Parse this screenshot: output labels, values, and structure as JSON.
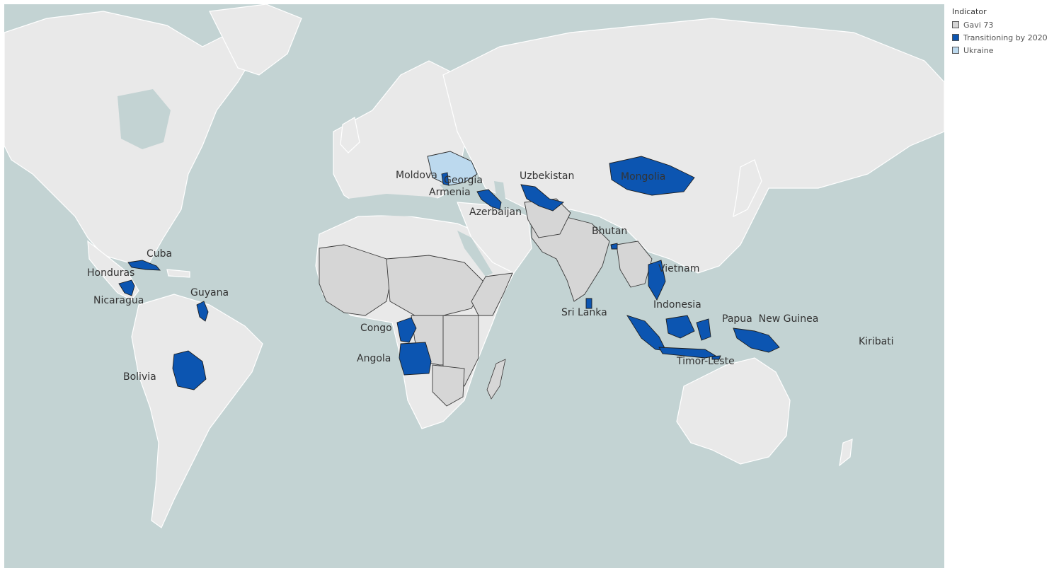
{
  "legend": {
    "title": "Indicator",
    "items": [
      {
        "label": "Gavi 73",
        "color": "#d6d6d6"
      },
      {
        "label": "Transitioning by 2020",
        "color": "#0c55b1"
      },
      {
        "label": "Ukraine",
        "color": "#bcd9ee"
      }
    ]
  },
  "labels": {
    "cuba": "Cuba",
    "honduras": "Honduras",
    "nicaragua": "Nicaragua",
    "guyana": "Guyana",
    "bolivia": "Bolivia",
    "congo": "Congo",
    "angola": "Angola",
    "moldova": "Moldova",
    "georgia": "Georgia",
    "armenia": "Armenia",
    "azerbaijan": "Azerbaijan",
    "uzbekistan": "Uzbekistan",
    "mongolia": "Mongolia",
    "bhutan": "Bhutan",
    "vietnam": "Vietnam",
    "sri_lanka": "Sri Lanka",
    "indonesia": "Indonesia",
    "papua": "Papua  New Guinea",
    "timor": "Timor-Leste",
    "kiribati": "Kiribati"
  },
  "colors": {
    "ocean": "#c3d3d3",
    "land": "#e9e9e9",
    "gavi_73": "#d6d6d6",
    "transitioning_by_2020": "#0c55b1",
    "ukraine": "#bcd9ee"
  }
}
